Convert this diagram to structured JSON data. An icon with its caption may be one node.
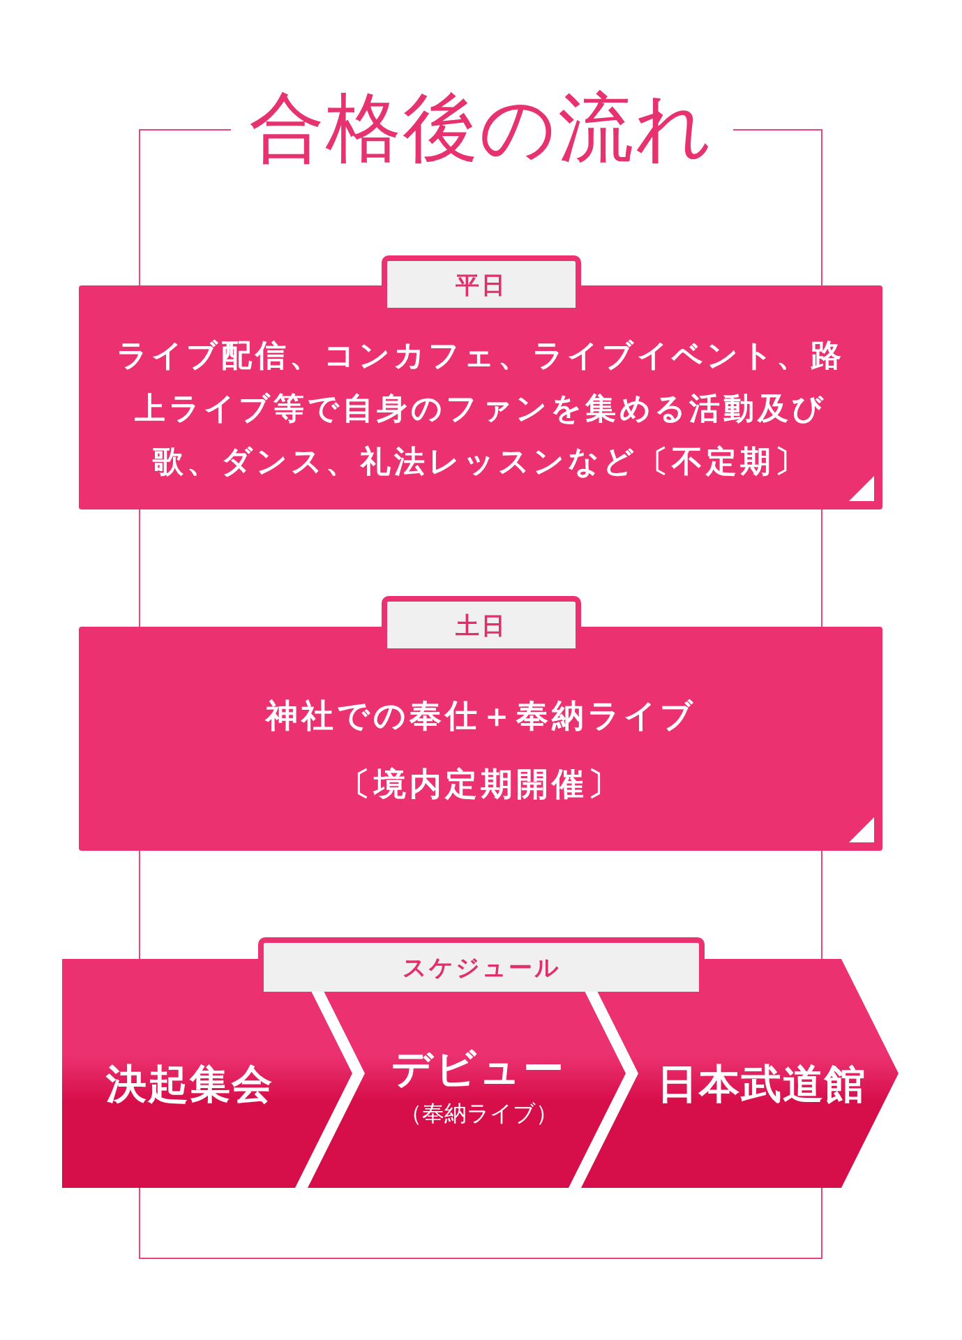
{
  "diagram": {
    "title": "合格後の流れ",
    "nodes": [
      {
        "text": [
          "平日",
          "ライブ配信、コンカフェ、ライブイベント、路上ライブ等で自身のファンを集める活動及び歌、ダンス、礼法レッスンなど〔不定期〕"
        ]
      },
      {
        "text": [
          "土日",
          "神社での奉仕＋奉納ライブ〔境内定期開催〕"
        ]
      },
      {
        "text": [
          "スケジュール"
        ]
      },
      {
        "text": [
          "決起集会"
        ]
      },
      {
        "text": [
          "デビュー",
          "（奉納ライブ）"
        ]
      },
      {
        "text": [
          "日本武道館"
        ]
      }
    ]
  }
}
